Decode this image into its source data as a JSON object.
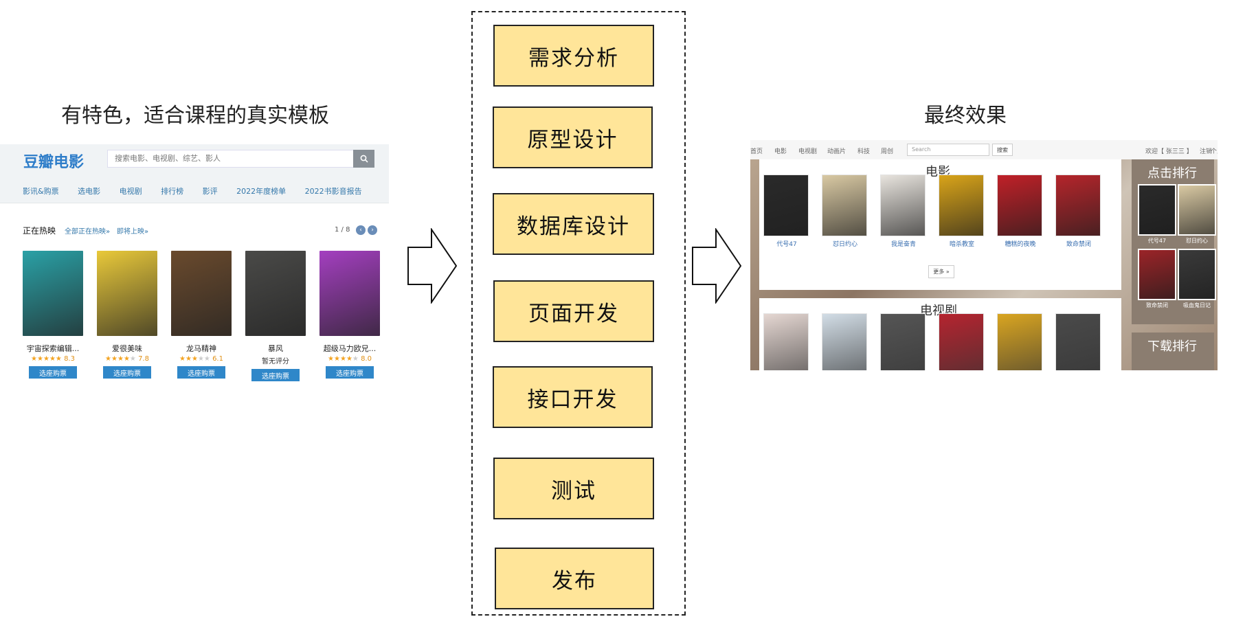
{
  "captions": {
    "left": "有特色，适合课程的真实模板",
    "right": "最终效果"
  },
  "steps": [
    "需求分析",
    "原型设计",
    "数据库设计",
    "页面开发",
    "接口开发",
    "测试",
    "发布"
  ],
  "douban": {
    "logo": "豆瓣电影",
    "search_placeholder": "搜索电影、电视剧、综艺、影人",
    "nav": [
      "影讯&购票",
      "选电影",
      "电视剧",
      "排行榜",
      "影评",
      "2022年度榜单",
      "2022书影音报告"
    ],
    "section_title": "正在热映",
    "all_link": "全部正在热映»",
    "soon_link": "即将上映»",
    "pager": "1 / 8",
    "buy_label": "选座购票",
    "films": [
      {
        "title": "宇宙探索编辑...",
        "rating": "8.3",
        "stars": 4.5,
        "color": "#2aa1a6"
      },
      {
        "title": "爱很美味",
        "rating": "7.8",
        "stars": 4,
        "color": "#e9c93a"
      },
      {
        "title": "龙马精神",
        "rating": "6.1",
        "stars": 3,
        "color": "#6a4a2d"
      },
      {
        "title": "暴风",
        "rating": "",
        "no_rating": "暂无评分",
        "stars": 0,
        "color": "#4a4a48"
      },
      {
        "title": "超级马力欧兄...",
        "rating": "8.0",
        "stars": 4,
        "color": "#a43fc0"
      }
    ]
  },
  "final": {
    "nav": [
      "首页",
      "电影",
      "电视剧",
      "动画片",
      "科技",
      "周创"
    ],
    "search_placeholder": "Search",
    "search_button": "搜索",
    "welcome": "欢迎【 张三三 】",
    "logout": "注销",
    "profile": "个人中",
    "movie_section": "电影",
    "tv_section": "电视剧",
    "more": "更多 »",
    "click_rank": "点击排行",
    "download_rank": "下载排行",
    "movies": [
      {
        "title": "代号47",
        "color": "#2a2a2a"
      },
      {
        "title": "怼日约心",
        "color": "#d9c9a3"
      },
      {
        "title": "我是奋青",
        "color": "#e8e4de"
      },
      {
        "title": "暗杀教室",
        "color": "#d9a419"
      },
      {
        "title": "糟糕的夜晚",
        "color": "#c02028"
      },
      {
        "title": "致命禁闭",
        "color": "#b5252b"
      }
    ],
    "tv": [
      {
        "color": "#e5d7d2"
      },
      {
        "color": "#d2dde6"
      },
      {
        "color": "#555555"
      },
      {
        "color": "#b5242f"
      },
      {
        "color": "#d9a521"
      },
      {
        "color": "#4a4a4a"
      }
    ],
    "rank": [
      {
        "title": "代号47",
        "color": "#2a2a2a"
      },
      {
        "title": "怼日约心",
        "color": "#d9c9a3"
      },
      {
        "title": "致命禁闭",
        "color": "#9b2428"
      },
      {
        "title": "吸血鬼日记",
        "color": "#3a3a3a"
      }
    ]
  }
}
